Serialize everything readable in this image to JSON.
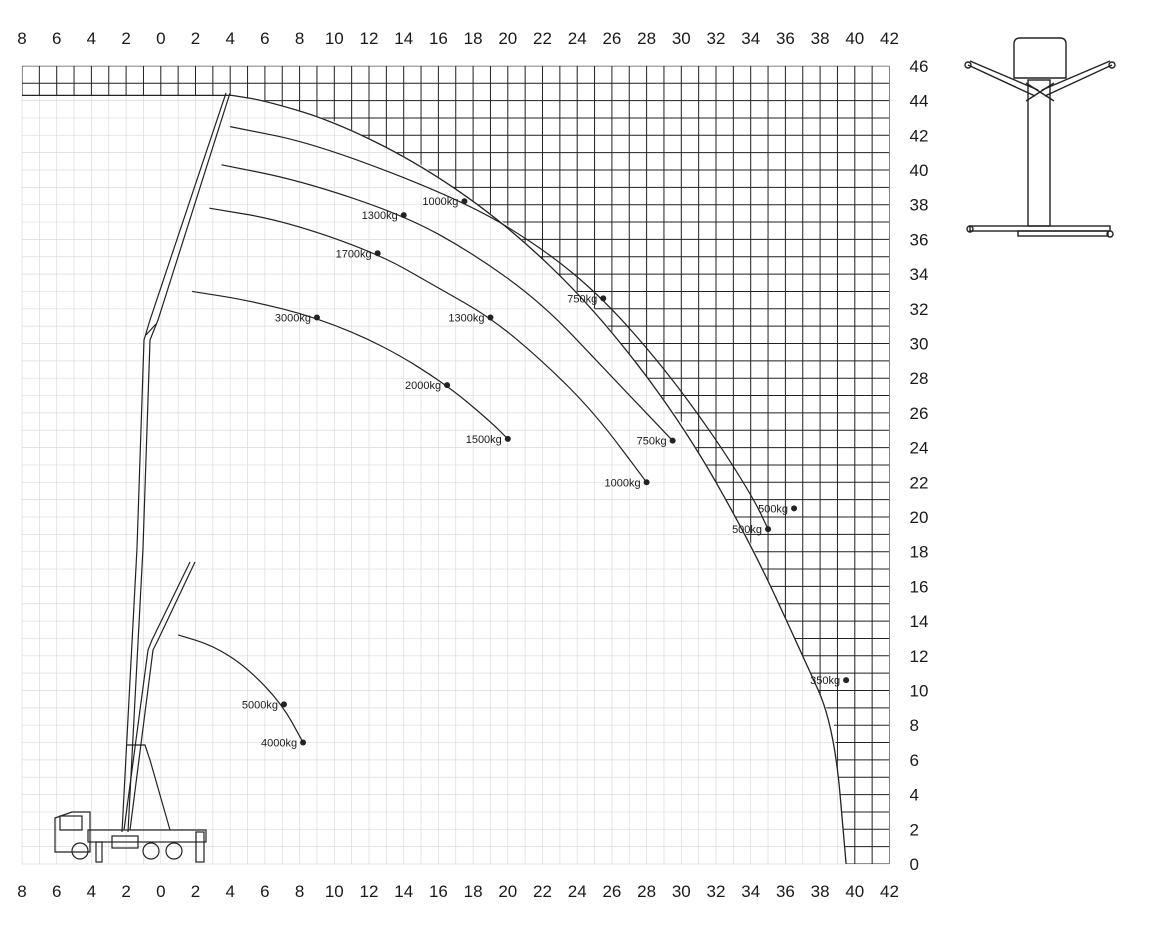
{
  "chart_data": {
    "type": "scatter",
    "x_ticks": [
      "8",
      "6",
      "4",
      "2",
      "0",
      "2",
      "4",
      "6",
      "8",
      "10",
      "12",
      "14",
      "16",
      "18",
      "20",
      "22",
      "24",
      "26",
      "28",
      "30",
      "32",
      "34",
      "36",
      "38",
      "40",
      "42"
    ],
    "y_ticks": [
      "0",
      "2",
      "4",
      "6",
      "8",
      "10",
      "12",
      "14",
      "16",
      "18",
      "20",
      "22",
      "24",
      "26",
      "28",
      "30",
      "32",
      "34",
      "36",
      "38",
      "40",
      "42",
      "44",
      "46"
    ],
    "xlim": [
      -8,
      42
    ],
    "ylim": [
      0,
      46
    ],
    "grid": true,
    "envelope": [
      [
        4.1,
        44.3
      ],
      [
        6,
        44.0
      ],
      [
        10,
        42.8
      ],
      [
        15,
        40.3
      ],
      [
        20,
        36.8
      ],
      [
        25,
        32.0
      ],
      [
        30,
        25.5
      ],
      [
        34,
        18.5
      ],
      [
        37,
        12.0
      ],
      [
        38.8,
        8.0
      ],
      [
        39.5,
        0
      ]
    ],
    "curves": [
      {
        "points": [
          [
            1.0,
            13.2
          ],
          [
            3,
            12.6
          ],
          [
            5,
            11.3
          ],
          [
            7,
            9.2
          ],
          [
            8.2,
            7.0
          ]
        ]
      },
      {
        "points": [
          [
            1.8,
            33.0
          ],
          [
            5,
            32.5
          ],
          [
            9,
            31.5
          ],
          [
            13,
            29.8
          ],
          [
            16.5,
            27.6
          ],
          [
            19,
            25.5
          ],
          [
            20,
            24.5
          ]
        ]
      },
      {
        "points": [
          [
            2.8,
            37.8
          ],
          [
            7,
            37.1
          ],
          [
            12.5,
            35.2
          ],
          [
            16,
            33.2
          ],
          [
            19,
            31.5
          ],
          [
            22,
            29.0
          ],
          [
            25,
            26.0
          ],
          [
            28,
            22.0
          ]
        ]
      },
      {
        "points": [
          [
            3.5,
            40.3
          ],
          [
            8,
            39.4
          ],
          [
            14,
            37.4
          ],
          [
            18,
            35.2
          ],
          [
            22,
            32.3
          ],
          [
            25.5,
            28.6
          ],
          [
            29.5,
            24.4
          ]
        ]
      },
      {
        "points": [
          [
            4.0,
            42.5
          ],
          [
            9,
            41.5
          ],
          [
            17.5,
            38.2
          ],
          [
            22,
            35.5
          ],
          [
            25.5,
            32.6
          ],
          [
            29,
            28.6
          ],
          [
            32,
            24.5
          ],
          [
            34.2,
            21.0
          ],
          [
            35.0,
            19.3
          ]
        ]
      }
    ],
    "points": [
      {
        "label": "5000kg",
        "x": 7.1,
        "y": 9.2,
        "label_side": "left"
      },
      {
        "label": "4000kg",
        "x": 8.2,
        "y": 7.0,
        "label_side": "left"
      },
      {
        "label": "3000kg",
        "x": 9.0,
        "y": 31.5,
        "label_side": "left"
      },
      {
        "label": "2000kg",
        "x": 16.5,
        "y": 27.6,
        "label_side": "left"
      },
      {
        "label": "1500kg",
        "x": 20.0,
        "y": 24.5,
        "label_side": "left"
      },
      {
        "label": "1700kg",
        "x": 12.5,
        "y": 35.2,
        "label_side": "left"
      },
      {
        "label": "1300kg",
        "x": 19.0,
        "y": 31.5,
        "label_side": "left"
      },
      {
        "label": "1000kg",
        "x": 28.0,
        "y": 22.0,
        "label_side": "left"
      },
      {
        "label": "1300kg",
        "x": 14.0,
        "y": 37.4,
        "label_side": "left"
      },
      {
        "label": "750kg",
        "x": 29.5,
        "y": 24.4,
        "label_side": "left"
      },
      {
        "label": "1000kg",
        "x": 17.5,
        "y": 38.2,
        "label_side": "left"
      },
      {
        "label": "750kg",
        "x": 25.5,
        "y": 32.6,
        "label_side": "left"
      },
      {
        "label": "500kg",
        "x": 35.0,
        "y": 19.3,
        "label_side": "left"
      },
      {
        "label": "500kg",
        "x": 36.5,
        "y": 20.5,
        "label_side": "left"
      },
      {
        "label": "350kg",
        "x": 39.5,
        "y": 10.6,
        "label_side": "left"
      }
    ]
  }
}
